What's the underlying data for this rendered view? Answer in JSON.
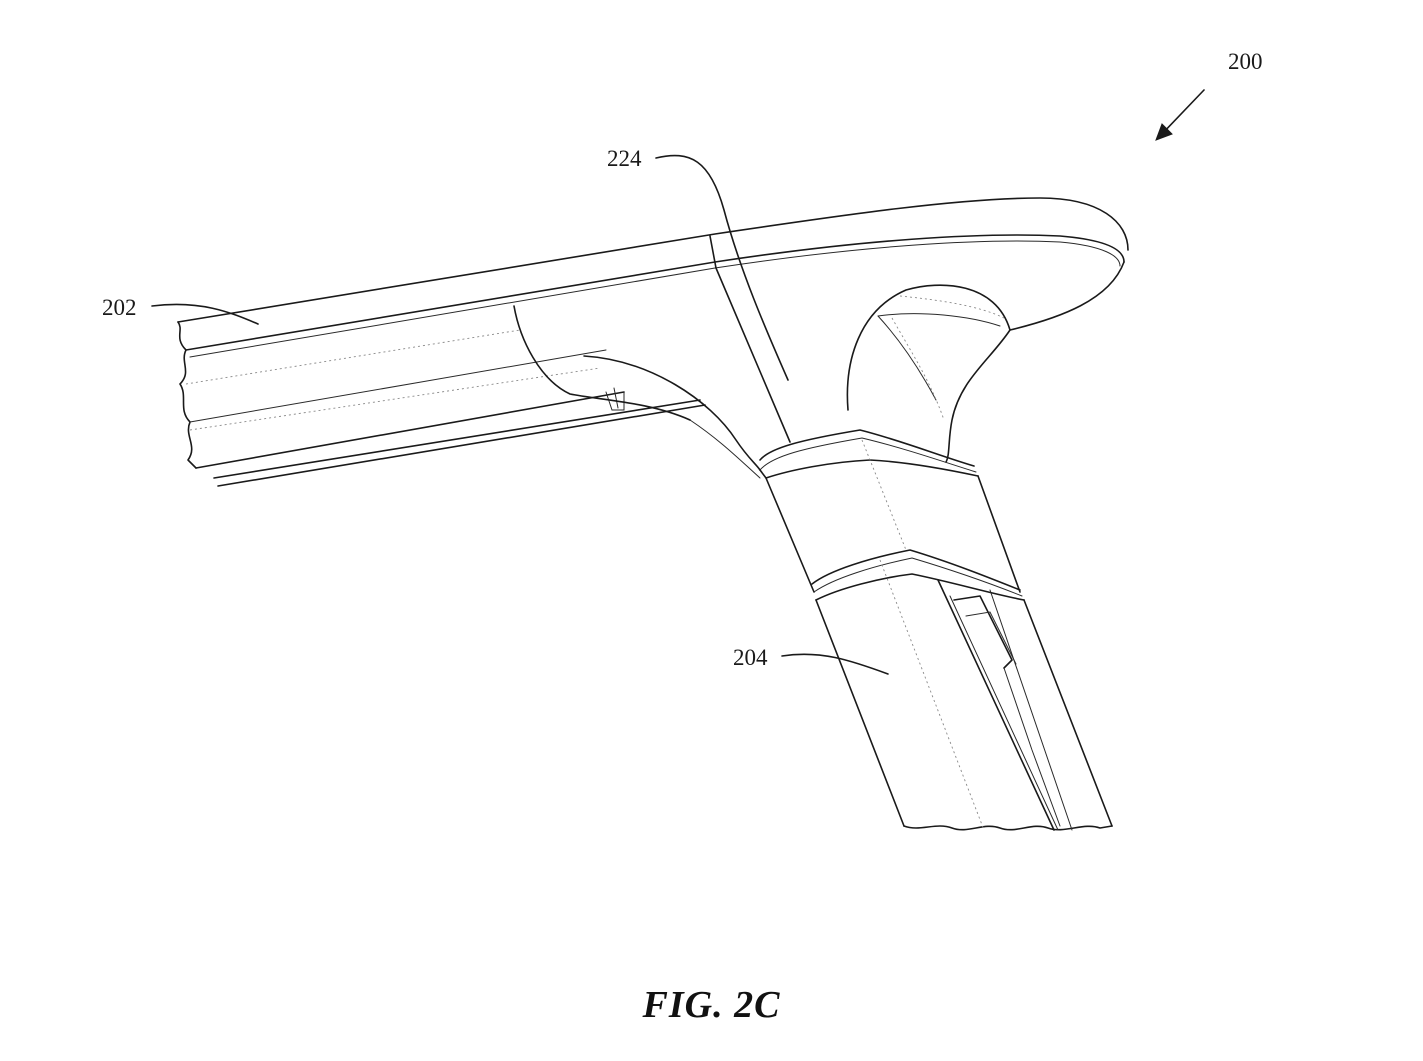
{
  "figure": {
    "caption": "FIG. 2C",
    "labels": {
      "assembly": "200",
      "upper_member": "202",
      "lower_member": "204",
      "junction": "224"
    }
  }
}
